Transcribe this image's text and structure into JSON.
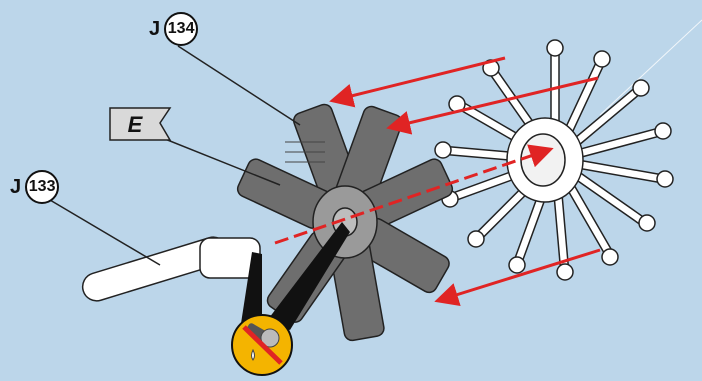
{
  "labels": {
    "part_134": {
      "letter": "J",
      "number": "134"
    },
    "part_133": {
      "letter": "J",
      "number": "133"
    },
    "flag": "E"
  },
  "colors": {
    "background": "#bcd6ea",
    "arrow": "#e02424",
    "part_fill": "#ffffff",
    "cylinder_fill": "#6e6e6e",
    "warning_badge": "#f4b400",
    "prohibit": "#e02424"
  },
  "icons": [
    "no-glue-warning-icon",
    "flag-e-icon"
  ]
}
